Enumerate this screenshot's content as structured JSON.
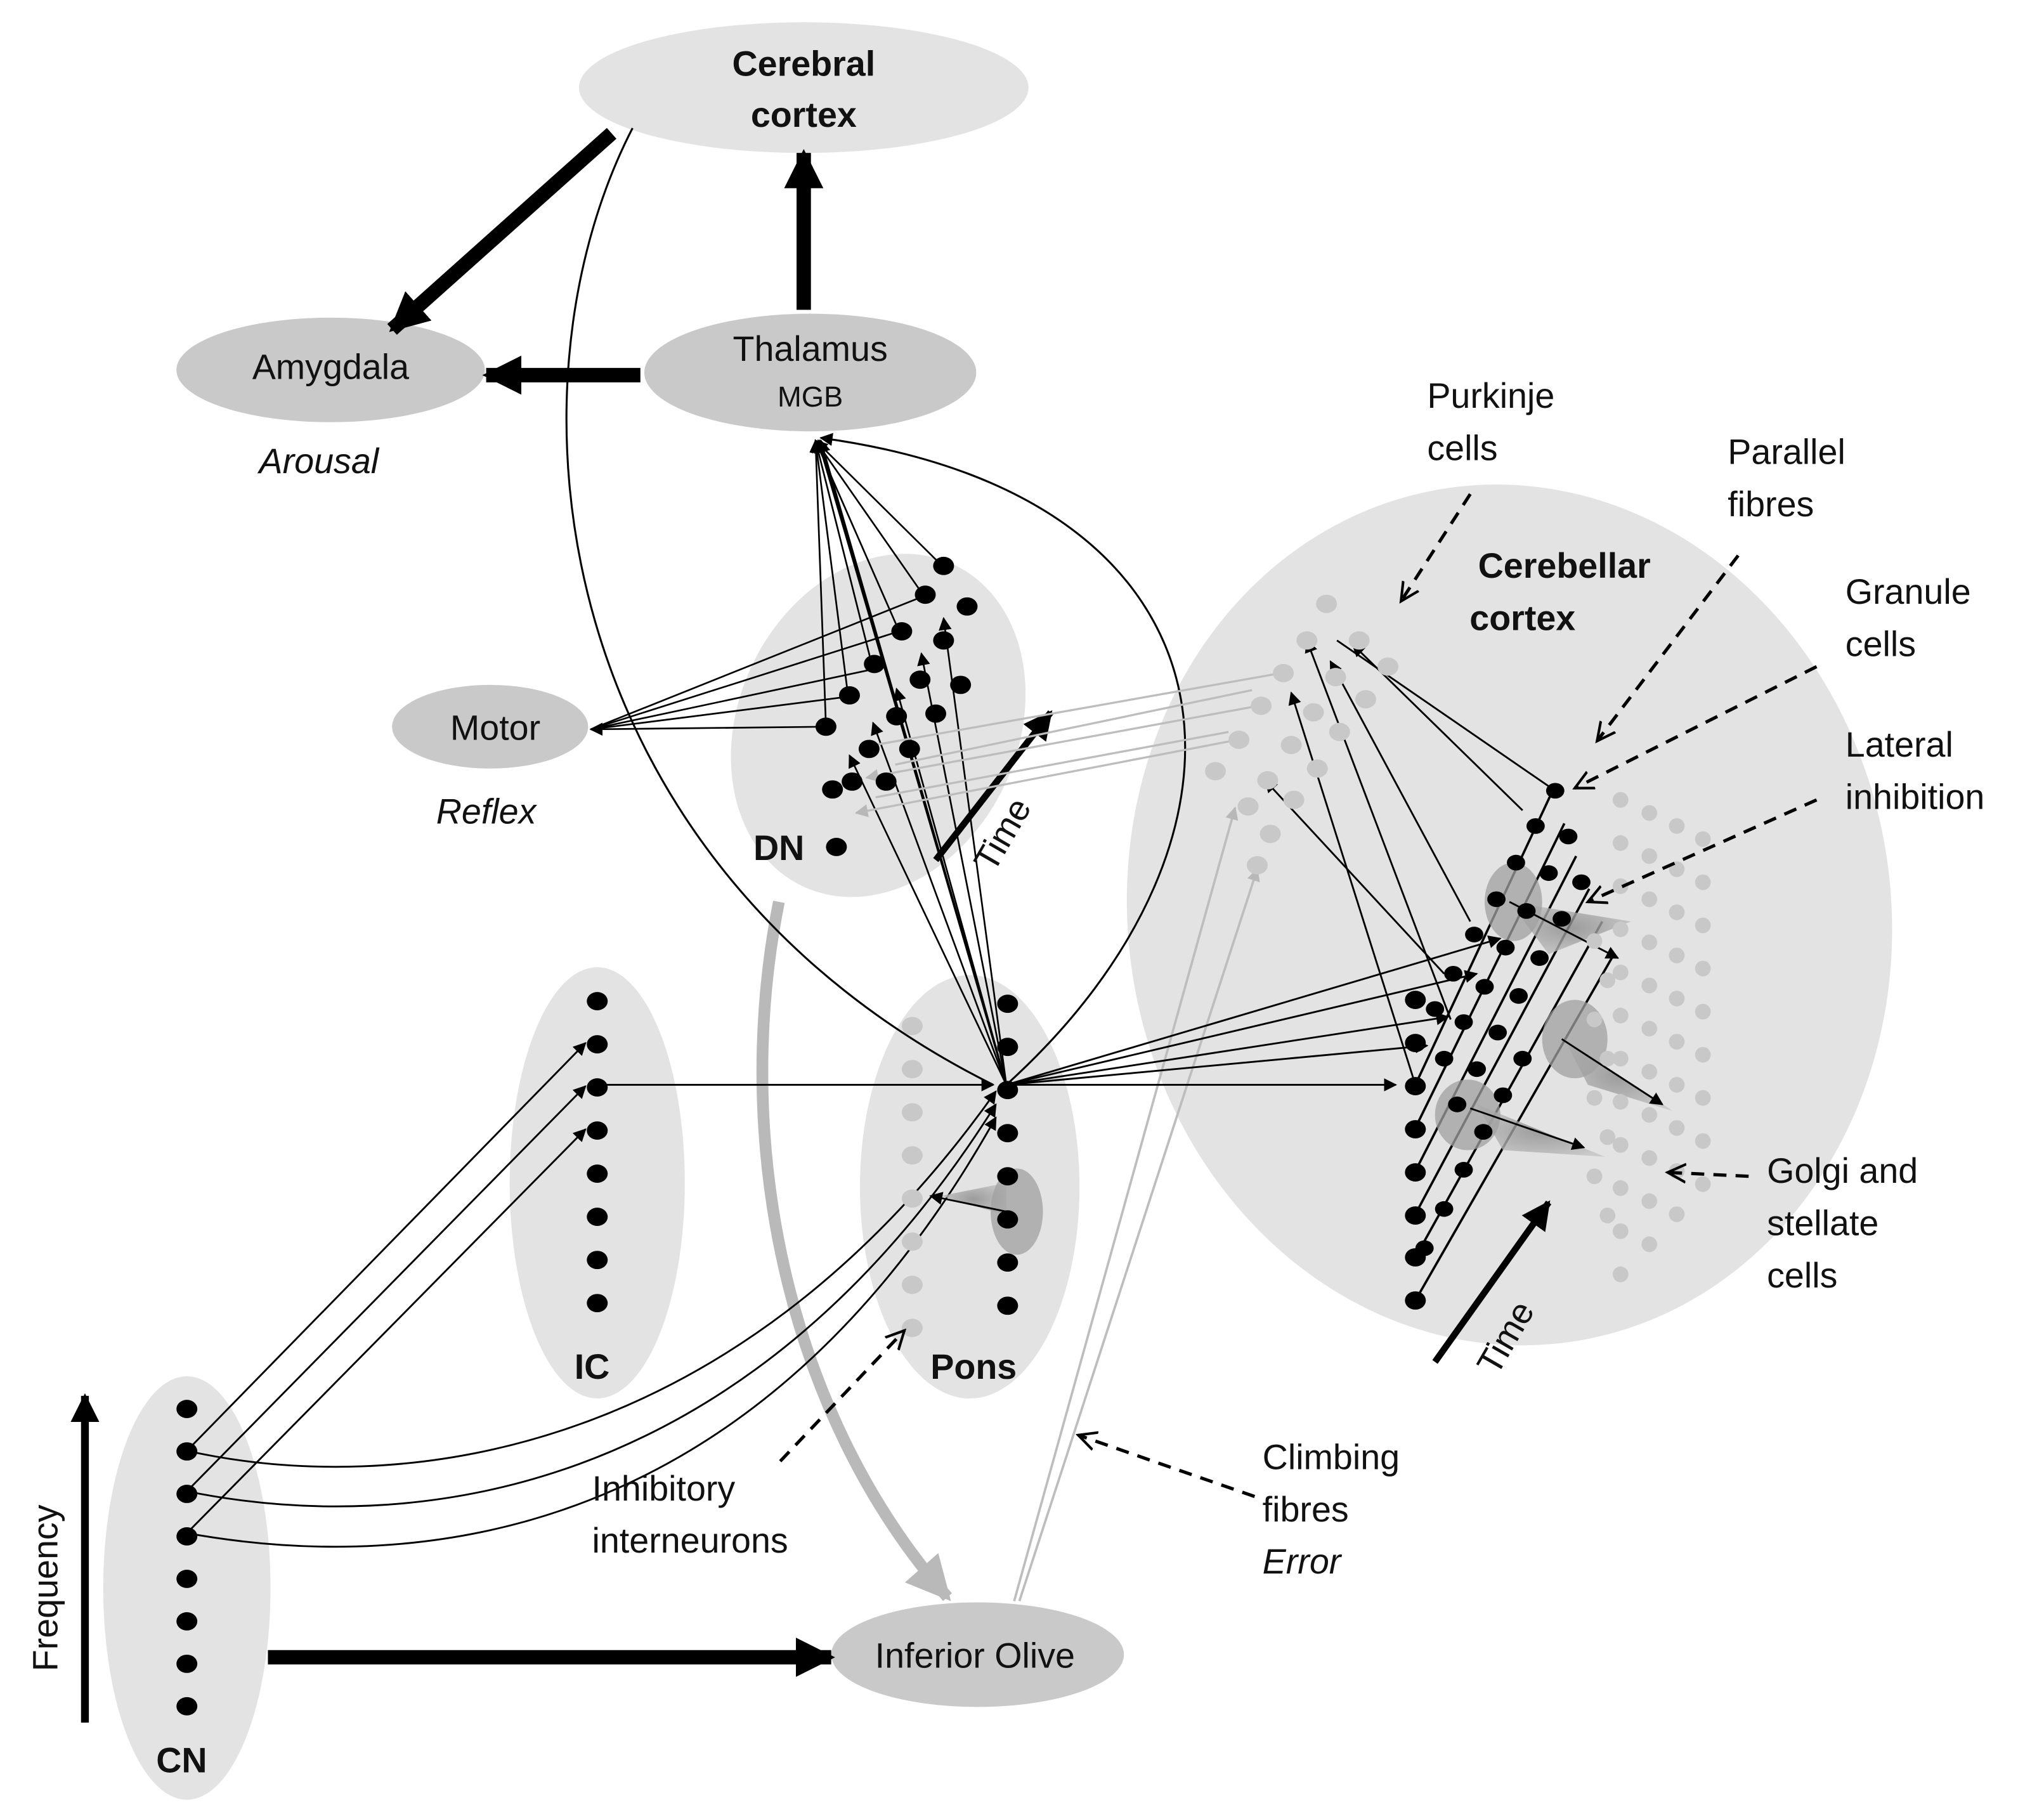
{
  "nodes": {
    "cerebral_cortex": [
      "Cerebral",
      "cortex"
    ],
    "amygdala": "Amygdala",
    "amygdala_role": "Arousal",
    "thalamus": "Thalamus",
    "thalamus_sub": "MGB",
    "motor": "Motor",
    "motor_role": "Reflex",
    "dn": "DN",
    "ic": "IC",
    "pons": "Pons",
    "cn": "CN",
    "inferior_olive": "Inferior Olive",
    "cerebellar_cortex": [
      "Cerebellar",
      "cortex"
    ]
  },
  "annotations": {
    "purkinje": [
      "Purkinje",
      "cells"
    ],
    "parallel": [
      "Parallel",
      "fibres"
    ],
    "granule": [
      "Granule",
      "cells"
    ],
    "lateral": [
      "Lateral",
      "inhibition"
    ],
    "golgi": [
      "Golgi and",
      "stellate",
      "cells"
    ],
    "climbing": [
      "Climbing",
      "fibres"
    ],
    "climbing_role": "Error",
    "inhibitory": [
      "Inhibitory",
      "interneurons"
    ]
  },
  "axes": {
    "time_dn": "Time",
    "time_cerebellar": "Time",
    "frequency": "Frequency"
  },
  "colors": {
    "region_light": "#e3e3e3",
    "region_dark": "#c9c9c9",
    "gray_dot": "#c8c8c8",
    "black": "#000000",
    "gray_path": "#b9b9b9"
  }
}
